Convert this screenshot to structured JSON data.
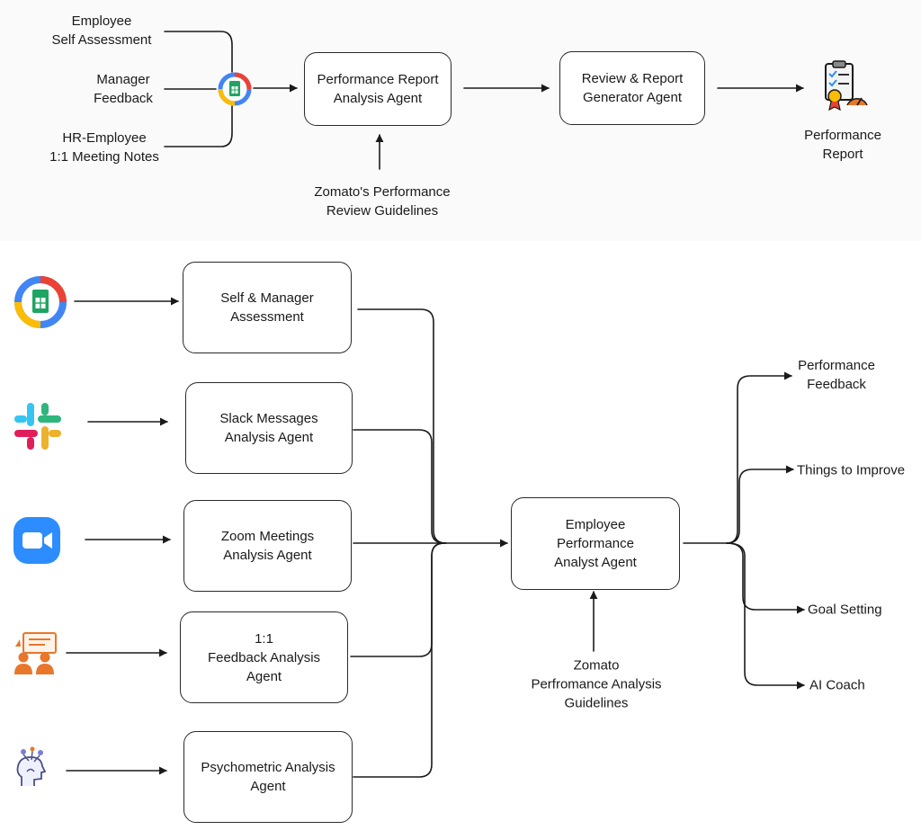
{
  "top_flow": {
    "inputs": [
      {
        "line1": "Employee",
        "line2": "Self Assessment"
      },
      {
        "line1": "Manager",
        "line2": "Feedback"
      },
      {
        "line1": "HR-Employee",
        "line2": "1:1 Meeting Notes"
      }
    ],
    "analysis_agent": {
      "line1": "Performance Report",
      "line2": "Analysis Agent"
    },
    "generator_agent": {
      "line1": "Review & Report",
      "line2": "Generator Agent"
    },
    "output": {
      "line1": "Performance",
      "line2": "Report"
    },
    "guidelines": {
      "line1": "Zomato's Performance",
      "line2": "Review Guidelines"
    }
  },
  "bottom_flow": {
    "sources": [
      {
        "icon": "google-sheets-icon",
        "line1": "Self & Manager",
        "line2": "Assessment",
        "line3": ""
      },
      {
        "icon": "slack-icon",
        "line1": "Slack Messages",
        "line2": "Analysis Agent",
        "line3": ""
      },
      {
        "icon": "zoom-icon",
        "line1": "Zoom Meetings",
        "line2": "Analysis Agent",
        "line3": ""
      },
      {
        "icon": "feedback-meeting-icon",
        "line1": "1:1",
        "line2": "Feedback Analysis",
        "line3": "Agent"
      },
      {
        "icon": "psychometric-head-icon",
        "line1": "Psychometric Analysis",
        "line2": "Agent",
        "line3": ""
      }
    ],
    "central_agent": {
      "line1": "Employee",
      "line2": "Performance",
      "line3": "Analyst Agent"
    },
    "guidelines": {
      "line1": "Zomato",
      "line2": "Perfromance Analysis",
      "line3": "Guidelines"
    },
    "outputs": [
      {
        "line1": "Performance",
        "line2": "Feedback"
      },
      {
        "line1": "Things to Improve",
        "line2": ""
      },
      {
        "line1": "Goal Setting",
        "line2": ""
      },
      {
        "line1": "AI Coach",
        "line2": ""
      }
    ]
  },
  "colors": {
    "line": "#1a1a1a",
    "sheets_green": "#1fa463",
    "google_red": "#ea4335",
    "google_yellow": "#fbbc04",
    "google_blue": "#4285f4",
    "zoom_blue": "#2d8cff",
    "feedback_orange": "#e8762b"
  }
}
